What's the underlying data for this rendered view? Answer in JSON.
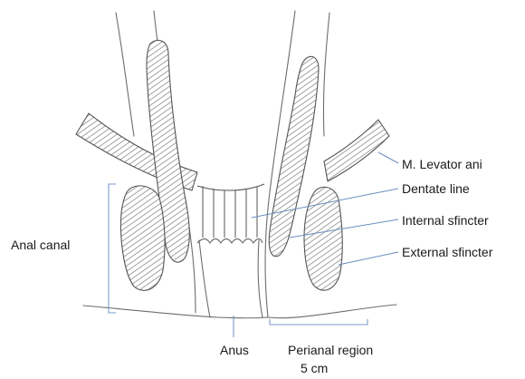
{
  "labels": {
    "levator_ani": "M. Levator ani",
    "dentate_line": "Dentate line",
    "internal_sphincter": "Internal sfincter",
    "external_sphincter": "External sfincter",
    "anal_canal": "Anal canal",
    "anus": "Anus",
    "perianal_region": "Perianal region",
    "perianal_length": "5 cm"
  }
}
